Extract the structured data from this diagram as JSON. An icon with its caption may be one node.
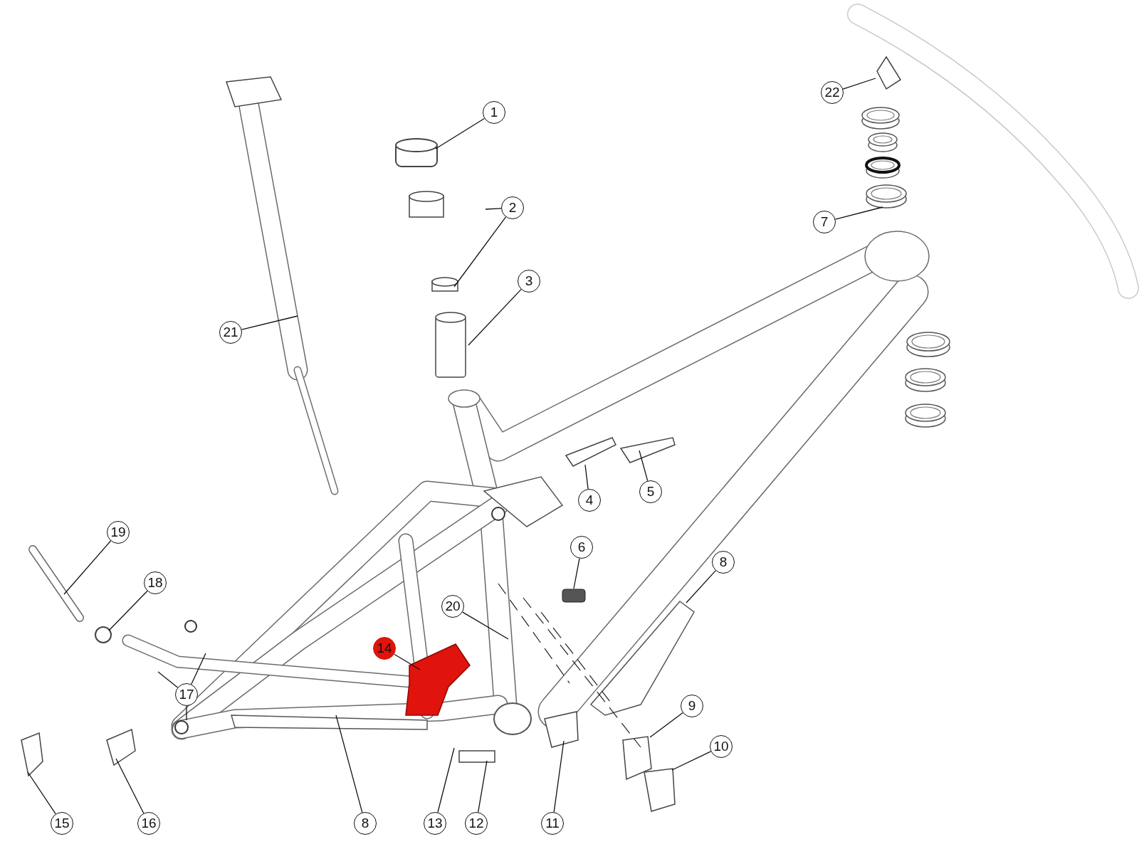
{
  "diagram": {
    "nodes": [
      {
        "text": [
          "1"
        ]
      },
      {
        "text": [
          "2"
        ]
      },
      {
        "text": [
          "3"
        ]
      },
      {
        "text": [
          "4"
        ]
      },
      {
        "text": [
          "5"
        ]
      },
      {
        "text": [
          "6"
        ]
      },
      {
        "text": [
          "7"
        ]
      },
      {
        "text": [
          "8"
        ]
      },
      {
        "text": [
          "8"
        ]
      },
      {
        "text": [
          "9"
        ]
      },
      {
        "text": [
          "10"
        ]
      },
      {
        "text": [
          "11"
        ]
      },
      {
        "text": [
          "12"
        ]
      },
      {
        "text": [
          "13"
        ]
      },
      {
        "text": [
          "14"
        ]
      },
      {
        "text": [
          "15"
        ]
      },
      {
        "text": [
          "16"
        ]
      },
      {
        "text": [
          "17"
        ]
      },
      {
        "text": [
          "18"
        ]
      },
      {
        "text": [
          "19"
        ]
      },
      {
        "text": [
          "20"
        ]
      },
      {
        "text": [
          "21"
        ]
      },
      {
        "text": [
          "22"
        ]
      }
    ],
    "edges": [
      {
        "from": 0,
        "to": null,
        "arrow": "none"
      },
      {
        "from": 1,
        "to": null,
        "arrow": "none"
      },
      {
        "from": 1,
        "to": null,
        "arrow": "none"
      },
      {
        "from": 2,
        "to": null,
        "arrow": "none"
      },
      {
        "from": 3,
        "to": null,
        "arrow": "none"
      },
      {
        "from": 4,
        "to": null,
        "arrow": "none"
      },
      {
        "from": 5,
        "to": null,
        "arrow": "none"
      },
      {
        "from": 6,
        "to": null,
        "arrow": "none"
      },
      {
        "from": 7,
        "to": null,
        "arrow": "none"
      },
      {
        "from": 8,
        "to": null,
        "arrow": "none"
      },
      {
        "from": 9,
        "to": null,
        "arrow": "none"
      },
      {
        "from": 10,
        "to": null,
        "arrow": "none"
      },
      {
        "from": 11,
        "to": null,
        "arrow": "none"
      },
      {
        "from": 12,
        "to": null,
        "arrow": "none"
      },
      {
        "from": 13,
        "to": null,
        "arrow": "none"
      },
      {
        "from": 14,
        "to": null,
        "arrow": "none"
      },
      {
        "from": 15,
        "to": null,
        "arrow": "none"
      },
      {
        "from": 16,
        "to": null,
        "arrow": "none"
      },
      {
        "from": 17,
        "to": null,
        "arrow": "none"
      },
      {
        "from": 17,
        "to": null,
        "arrow": "none"
      },
      {
        "from": 17,
        "to": null,
        "arrow": "none"
      },
      {
        "from": 18,
        "to": null,
        "arrow": "none"
      },
      {
        "from": 19,
        "to": null,
        "arrow": "none"
      },
      {
        "from": 20,
        "to": null,
        "arrow": "none"
      },
      {
        "from": 21,
        "to": null,
        "arrow": "none"
      },
      {
        "from": 22,
        "to": null,
        "arrow": "none"
      }
    ]
  }
}
